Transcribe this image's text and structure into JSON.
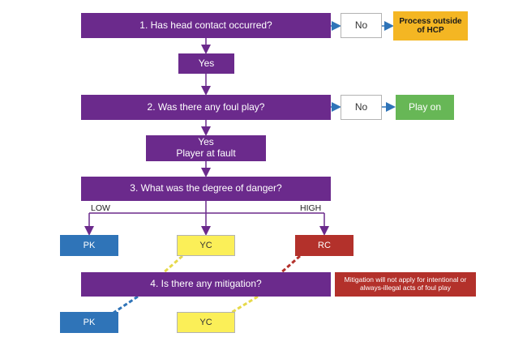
{
  "q1": {
    "text": "1. Has head contact occurred?",
    "no": "No",
    "outcome": "Process outside of HCP"
  },
  "yes1": "Yes",
  "q2": {
    "text": "2. Was there any foul play?",
    "no": "No",
    "outcome": "Play on"
  },
  "yes2": {
    "line1": "Yes",
    "line2": "Player at fault"
  },
  "q3": {
    "text": "3. What was the degree of danger?",
    "low_label": "LOW",
    "high_label": "HIGH",
    "outcomes": [
      "PK",
      "YC",
      "RC"
    ]
  },
  "q4": {
    "text": "4. Is there any mitigation?",
    "outcomes": [
      "PK",
      "YC"
    ],
    "note": "Mitigation will not apply for intentional or always-illegal acts of foul play"
  },
  "colors": {
    "purple": "#6b2a8c",
    "orange": "#f4b623",
    "green": "#67b756",
    "blue": "#2f74b8",
    "yellow": "#fbef58",
    "red": "#b3312b",
    "arrow_blue": "#2f74b8"
  }
}
